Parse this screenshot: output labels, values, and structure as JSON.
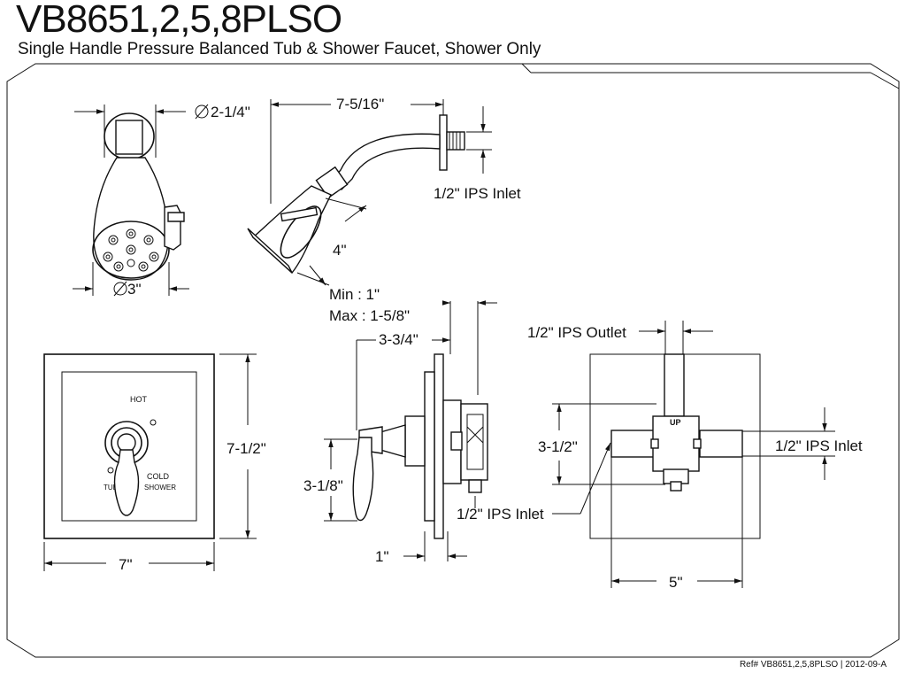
{
  "header": {
    "model": "VB8651,2,5,8PLSO",
    "description": "Single Handle Pressure Balanced Tub & Shower Faucet, Shower Only"
  },
  "showerhead": {
    "flange_dia": "2-1/4\"",
    "head_dia": "3\"",
    "arm_length": "7-5/16\"",
    "inlet": "1/2\" IPS Inlet",
    "head_len": "4\""
  },
  "trim_plate": {
    "hot_label": "HOT",
    "cold_label": "COLD",
    "tub_label": "TUB",
    "shower_label": "SHOWER",
    "height": "7-1/2\"",
    "width": "7\""
  },
  "valve_side": {
    "min": "Min  : 1\"",
    "max": "Max : 1-5/8\"",
    "depth": "3-3/4\"",
    "handle_offset": "3-1/8\"",
    "wall": "1\"",
    "inlet": "1/2\" IPS Inlet"
  },
  "valve_front": {
    "outlet": "1/2\" IPS Outlet",
    "height": "3-1/2\"",
    "inlet": "1/2\" IPS Inlet",
    "up_label": "UP",
    "width": "5\""
  },
  "footer": {
    "ref": "Ref# VB8651,2,5,8PLSO | 2012-09-A"
  }
}
